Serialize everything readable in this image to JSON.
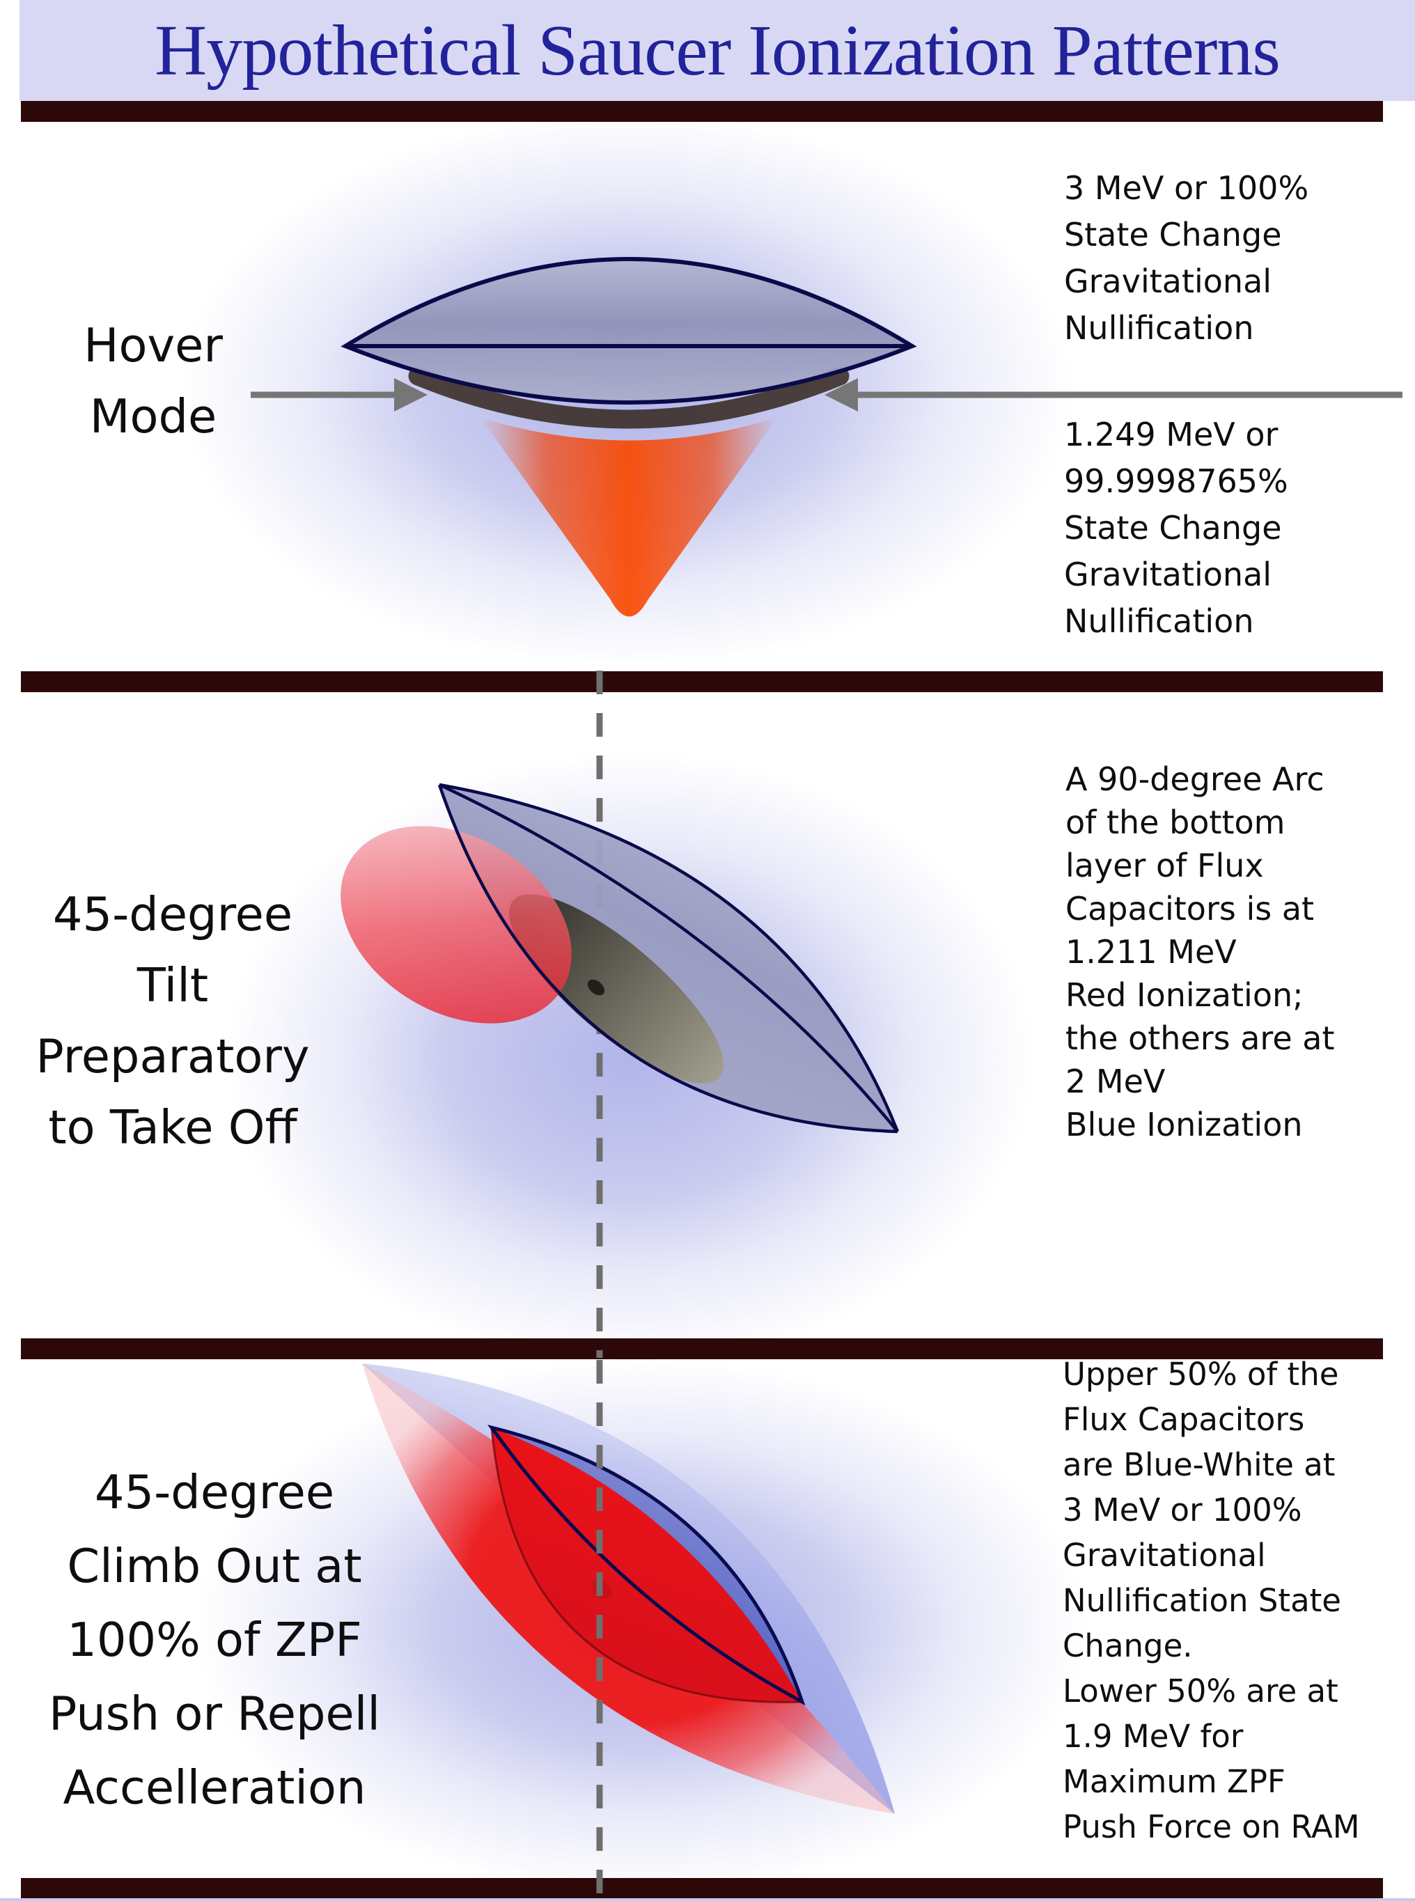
{
  "title": "Hypothetical Saucer Ionization Patterns",
  "colors": {
    "title_text": "#22229b",
    "title_background": "#d8d8f4",
    "separator_bar": "#2d0808",
    "saucer_outline_navy": "#0a0a4a",
    "ionization_red": "#ee1111",
    "ionization_blue_glow": "#7a80da",
    "arrow_gray": "#767676",
    "body_text": "#0e0e0e"
  },
  "panels": [
    {
      "name": "Hover Mode",
      "label_lines": [
        "Hover",
        "Mode"
      ],
      "annotations": [
        {
          "lines": [
            "3 MeV or 100%",
            "State Change",
            "Gravitational",
            "Nullification"
          ]
        },
        {
          "lines": [
            "1.249 MeV or",
            "99.9998765%",
            "State Change",
            "Gravitational",
            "Nullification"
          ]
        }
      ]
    },
    {
      "name": "45-degree Tilt Preparatory to Take Off",
      "label_lines": [
        "45-degree",
        "Tilt",
        "Preparatory",
        "to Take Off"
      ],
      "annotations": [
        {
          "lines": [
            "A 90-degree Arc",
            "of the bottom",
            "layer of Flux",
            "Capacitors is at",
            "1.211 MeV",
            "Red Ionization;",
            "the others are at",
            "2 MeV",
            "Blue Ionization"
          ]
        }
      ]
    },
    {
      "name": "45-degree Climb Out at 100% of ZPF Push or Repell Accelleration",
      "label_lines": [
        "45-degree",
        "Climb Out at",
        "100% of ZPF",
        "Push or Repell",
        "Accelleration"
      ],
      "annotations": [
        {
          "lines": [
            "Upper 50% of the",
            "Flux Capacitors",
            "are Blue-White at",
            "3 MeV or 100%",
            "Gravitational",
            "Nullification State",
            "Change.",
            "Lower 50% are at",
            "1.9 MeV for",
            "Maximum ZPF",
            "Push Force on RAM"
          ]
        }
      ]
    }
  ]
}
